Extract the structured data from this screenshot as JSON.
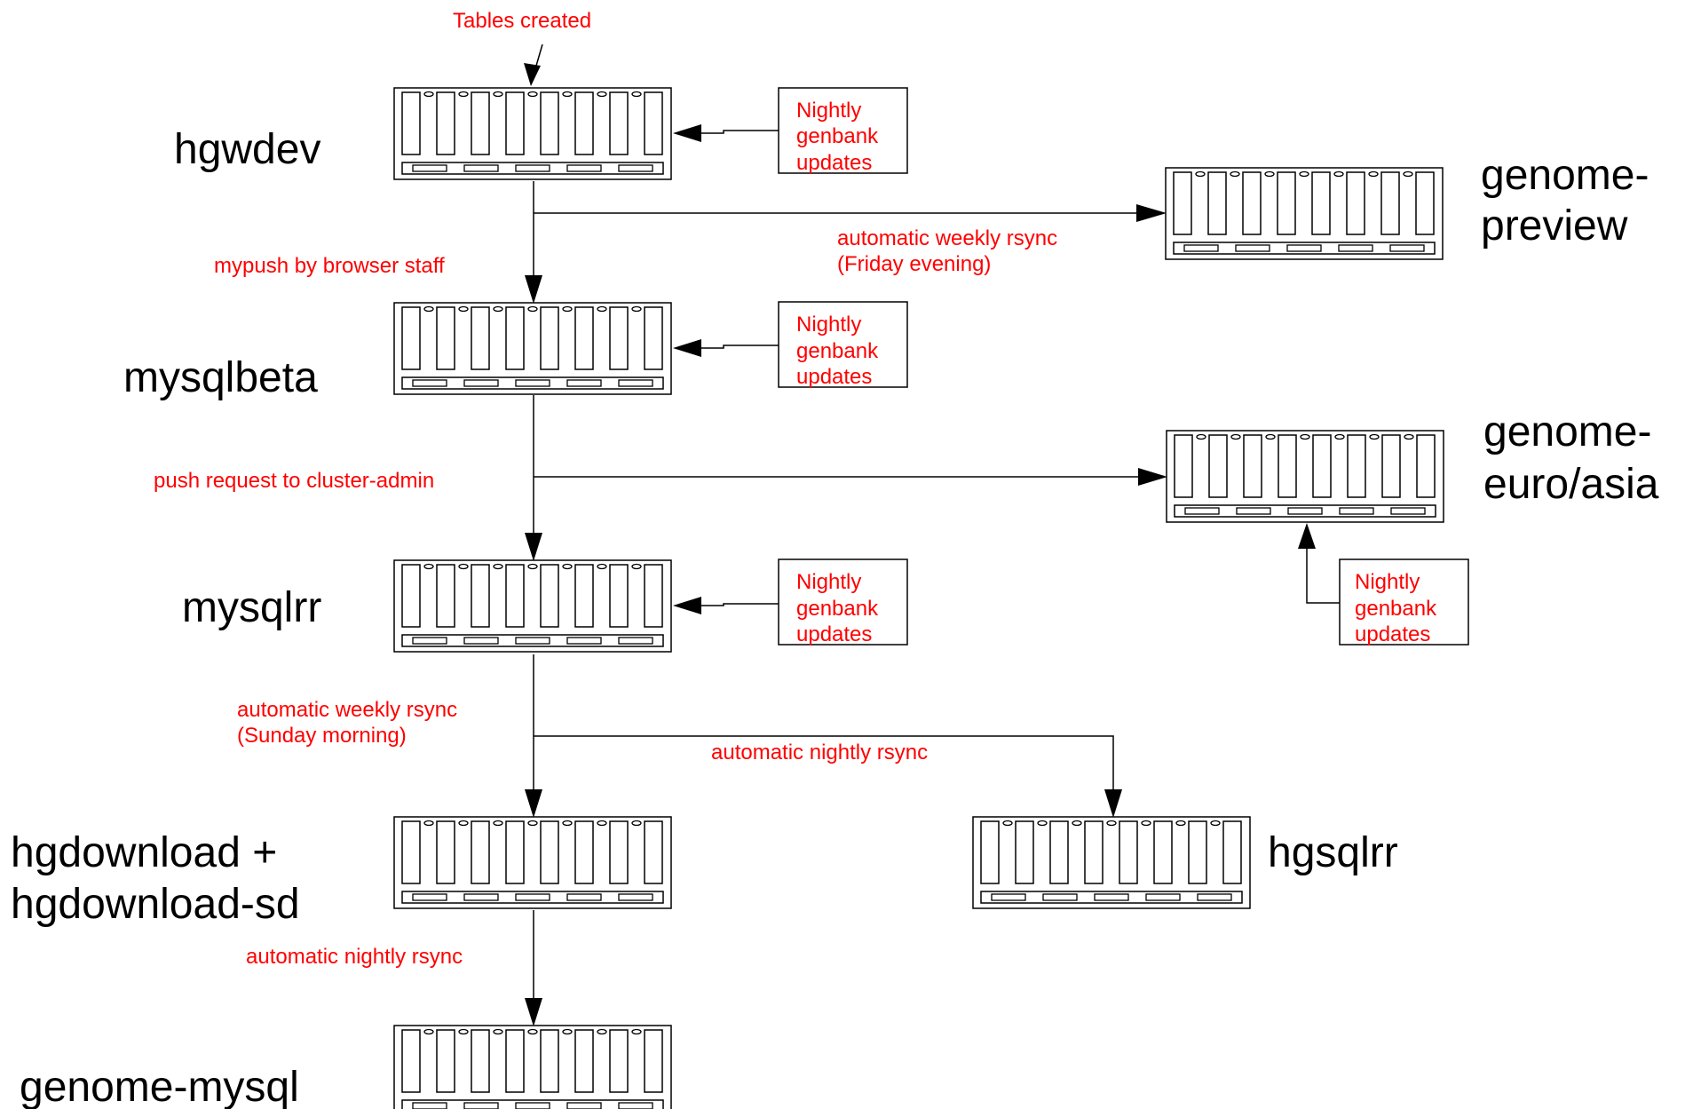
{
  "colors": {
    "annotation": "#ff0000",
    "line": "#000000",
    "server_stroke": "#000000",
    "box_fill": "#ffffff"
  },
  "icons": {
    "server": "server-rack-icon",
    "arrow": "arrowhead-icon"
  },
  "servers": {
    "hgwdev": "hgwdev",
    "genome_preview": [
      "genome-",
      "preview"
    ],
    "mysqlbeta": "mysqlbeta",
    "genome_euro_asia": [
      "genome-",
      "euro/asia"
    ],
    "mysqlrr": "mysqlrr",
    "hgdownload": [
      "hgdownload +",
      "hgdownload-sd"
    ],
    "hgsqlrr": "hgsqlrr",
    "genome_mysql": "genome-mysql"
  },
  "annotations": {
    "tables_created": "Tables created",
    "mypush": "mypush by browser staff",
    "weekly_friday": [
      "automatic weekly rsync",
      "(Friday evening)"
    ],
    "push_request": "push request to cluster-admin",
    "weekly_sunday": [
      "automatic weekly rsync",
      "(Sunday morning)"
    ],
    "nightly_hgsqlrr": "automatic nightly rsync",
    "nightly_genome_mysql": "automatic nightly rsync"
  },
  "genbank_updates": [
    "Nightly",
    "genbank",
    "updates"
  ]
}
